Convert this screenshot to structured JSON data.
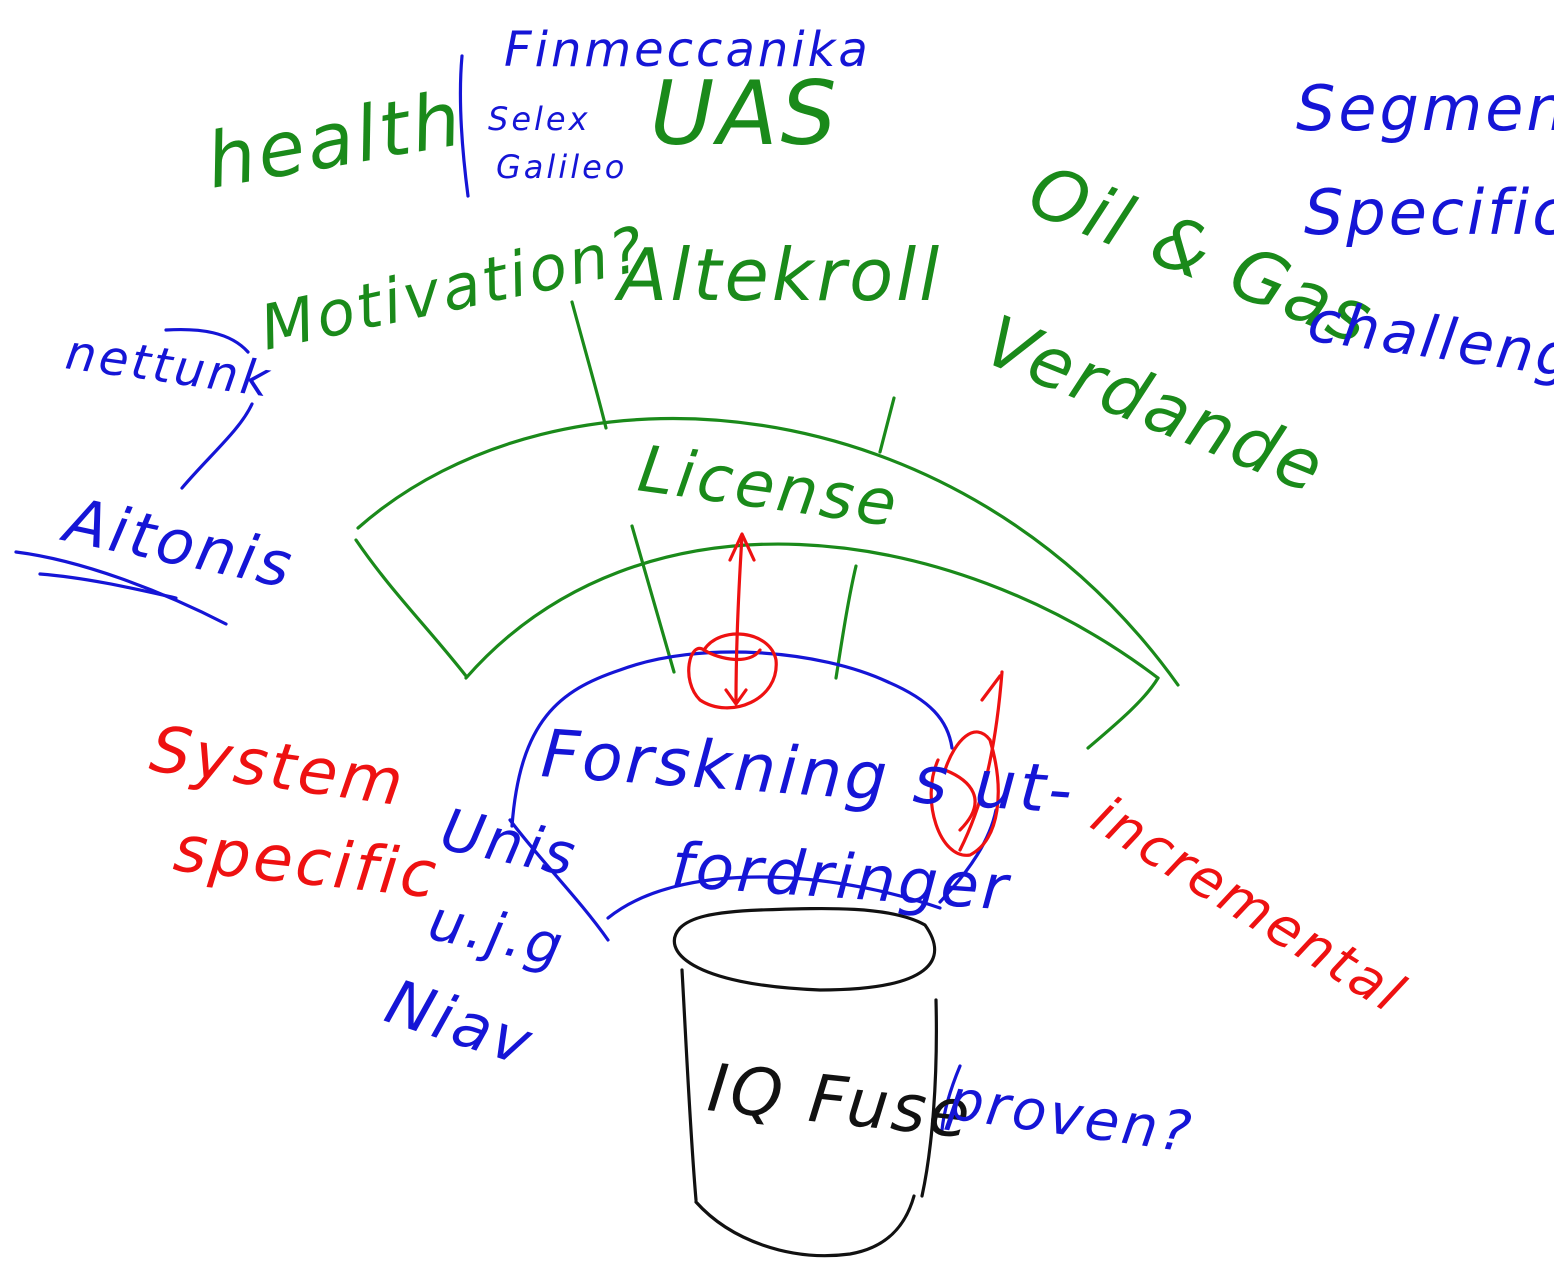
{
  "colors": {
    "green": "#1a8a1a",
    "blue": "#1515d6",
    "red": "#ee1111",
    "black": "#111111"
  },
  "labels": {
    "health": "health",
    "finmeccanika": "Finmeccanika",
    "selex": "Selex",
    "galileo": "Galileo",
    "uas": "UAS",
    "oil_gas": "Oil & Gas",
    "segment": "Segment",
    "specific": "Specific",
    "challenges": "challenges",
    "motivation": "Motivation?",
    "altekroll": "Altekroll",
    "verdande": "Verdande",
    "nettunk": "nettunk",
    "aitonis": "Aitonis",
    "license": "License",
    "system": "System",
    "system_specific": "specific",
    "forskning1": "Forskning s ut-",
    "forskning2": "fordringer",
    "unis": "Unis",
    "ujg": "u.j.g",
    "niav": "Niav",
    "incremental": "incremental",
    "iq_fuse": "IQ Fuse",
    "proven": "proven?"
  }
}
